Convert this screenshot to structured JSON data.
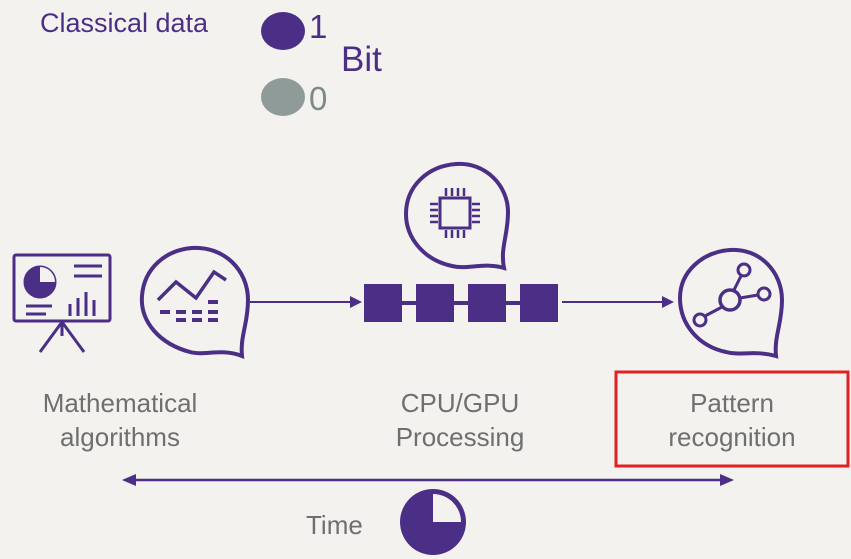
{
  "header": {
    "classical_data_label": "Classical data",
    "bit_one": "1",
    "bit_zero": "0",
    "bit_label": "Bit"
  },
  "stages": [
    {
      "label_line1": "Mathematical",
      "label_line2": "algorithms",
      "icon": "chart-graph-icon"
    },
    {
      "label_line1": "CPU/GPU",
      "label_line2": "Processing",
      "icon": "cpu-chip-icon"
    },
    {
      "label_line1": "Pattern",
      "label_line2": "recognition",
      "icon": "network-node-icon"
    }
  ],
  "time_label": "Time",
  "colors": {
    "purple": "#4b2f86",
    "gray_dot": "#8f9b98",
    "text_gray": "#6f6f6f",
    "highlight_box": "#e32020",
    "background": "#f3f2ef"
  }
}
